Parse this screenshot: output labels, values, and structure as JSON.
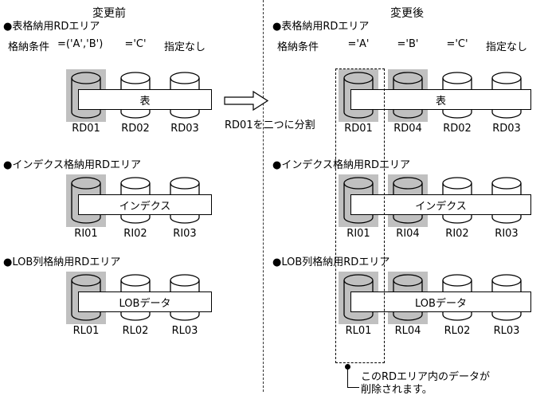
{
  "headers": {
    "before": "変更前",
    "after": "変更後"
  },
  "arrow_label": "RD01を二つに分割",
  "note": {
    "line1": "このRDエリア内のデータが",
    "line2": "削除されます。"
  },
  "colors": {
    "highlight": "#c0c0c0",
    "line": "#000000",
    "background": "#ffffff"
  },
  "before": {
    "table": {
      "title": "●表格納用RDエリア",
      "condition_label": "格納条件",
      "conditions": [
        "=('A','B')",
        "='C'",
        "指定なし"
      ],
      "box_label": "表",
      "cylinders": [
        "RD01",
        "RD02",
        "RD03"
      ],
      "highlighted": [
        "RD01"
      ]
    },
    "index": {
      "title": "●インデクス格納用RDエリア",
      "box_label": "インデクス",
      "cylinders": [
        "RI01",
        "RI02",
        "RI03"
      ],
      "highlighted": [
        "RI01"
      ]
    },
    "lob": {
      "title": "●LOB列格納用RDエリア",
      "box_label": "LOBデータ",
      "cylinders": [
        "RL01",
        "RL02",
        "RL03"
      ],
      "highlighted": [
        "RL01"
      ]
    }
  },
  "after": {
    "table": {
      "title": "●表格納用RDエリア",
      "condition_label": "格納条件",
      "conditions": [
        "='A'",
        "='B'",
        "='C'",
        "指定なし"
      ],
      "box_label": "表",
      "cylinders": [
        "RD01",
        "RD04",
        "RD02",
        "RD03"
      ],
      "highlighted": [
        "RD01",
        "RD04"
      ]
    },
    "index": {
      "title": "●インデクス格納用RDエリア",
      "box_label": "インデクス",
      "cylinders": [
        "RI01",
        "RI04",
        "RI02",
        "RI03"
      ],
      "highlighted": [
        "RI01",
        "RI04"
      ]
    },
    "lob": {
      "title": "●LOB列格納用RDエリア",
      "box_label": "LOBデータ",
      "cylinders": [
        "RL01",
        "RL04",
        "RL02",
        "RL03"
      ],
      "highlighted": [
        "RL01",
        "RL04"
      ]
    }
  }
}
